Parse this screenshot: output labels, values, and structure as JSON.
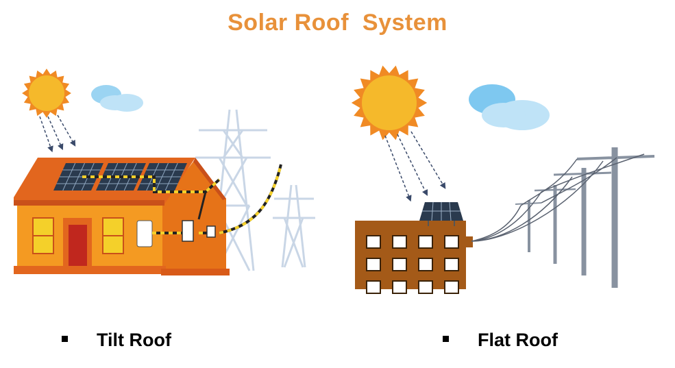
{
  "title": "Solar Roof  System",
  "captions": [
    {
      "label": "Tilt Roof"
    },
    {
      "label": "Flat Roof"
    }
  ],
  "colors": {
    "title": "#E8913A",
    "sun": "#F5B92B",
    "sun_rays": "#F08A24",
    "roof": "#E2661E",
    "house_wall": "#F49A22",
    "door": "#C0271E",
    "building": "#A45A18",
    "pylon": "#C9D6E6",
    "pole": "#8892A0",
    "panel": "#2A3A4E",
    "cloud": "#7EC8F0"
  },
  "icons": [
    "sun-icon",
    "cloud-icon",
    "solar-panel-icon",
    "house-icon",
    "building-icon",
    "pylon-icon",
    "utility-pole-icon"
  ]
}
